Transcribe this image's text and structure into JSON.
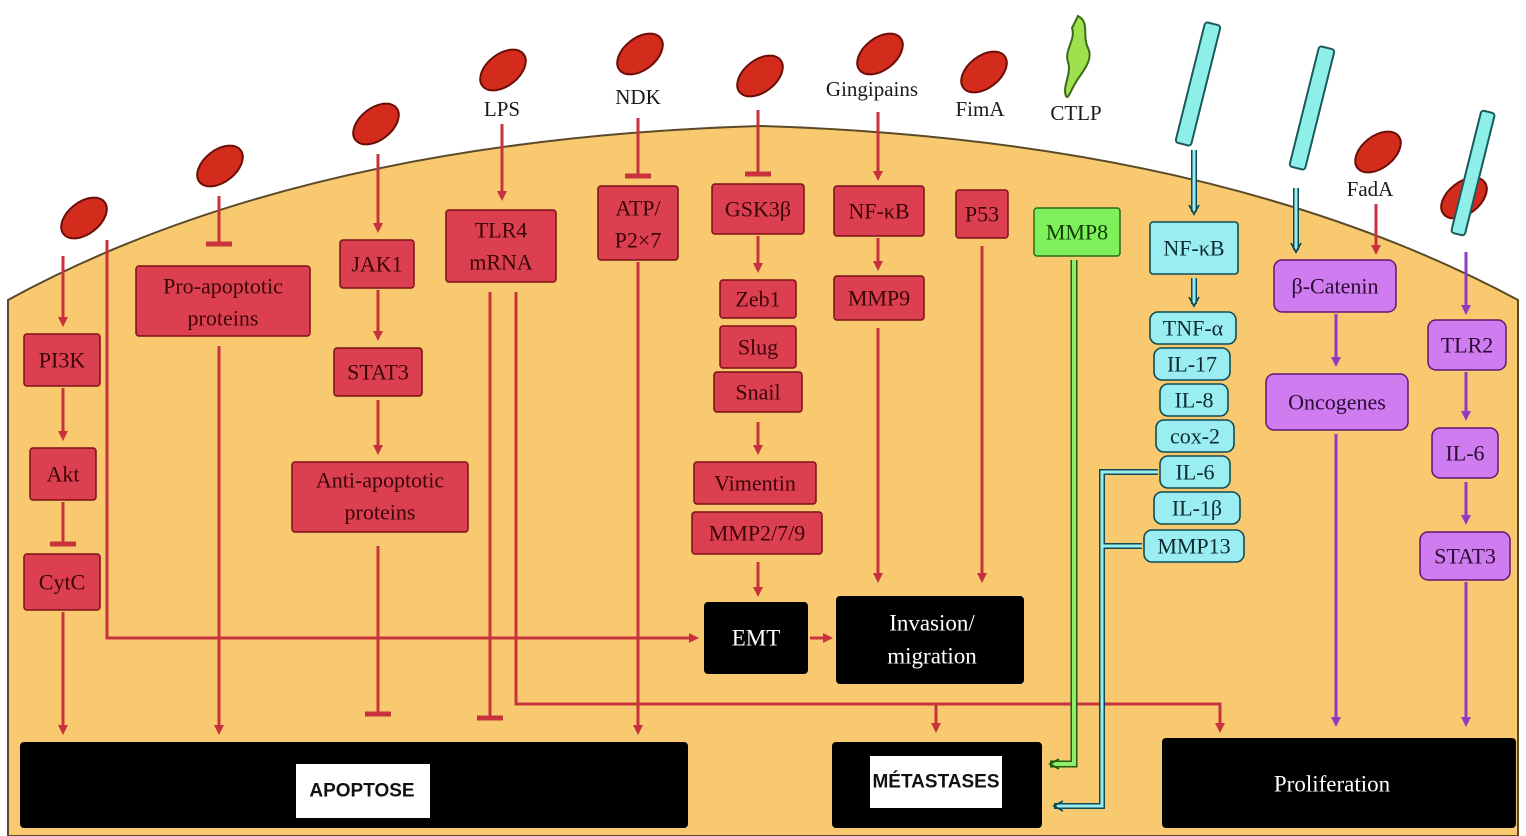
{
  "labels": {
    "lps": "LPS",
    "ndk": "NDK",
    "gingipains": "Gingipains",
    "fima": "FimA",
    "ctlp": "CTLP",
    "fada": "FadA"
  },
  "nodes": {
    "pi3k": "PI3K",
    "akt": "Akt",
    "cytc": "CytC",
    "pro_apoptotic_1": "Pro-apoptotic",
    "pro_apoptotic_2": "proteins",
    "jak1": "JAK1",
    "stat3_red": "STAT3",
    "anti_apoptotic_1": "Anti-apoptotic",
    "anti_apoptotic_2": "proteins",
    "tlr4_1": "TLR4",
    "tlr4_2": "mRNA",
    "atp_1": "ATP/",
    "atp_2": "P2×7",
    "gsk3b": "GSK3β",
    "zeb1": "Zeb1",
    "slug": "Slug",
    "snail": "Snail",
    "vimentin": "Vimentin",
    "mmp279": "MMP2/7/9",
    "nfkb_red": "NF-κB",
    "mmp9": "MMP9",
    "p53": "P53",
    "mmp8": "MMP8",
    "nfkb_cyan": "NF-κB",
    "tnfa": "TNF-α",
    "il17": "IL-17",
    "il8": "IL-8",
    "cox2": "cox-2",
    "il6_cyan": "IL-6",
    "il1b": "IL-1β",
    "mmp13": "MMP13",
    "bcatenin": "β-Catenin",
    "oncogenes": "Oncogenes",
    "tlr2": "TLR2",
    "il6_purple": "IL-6",
    "stat3_purple": "STAT3"
  },
  "outcomes": {
    "emt": "EMT",
    "invasion_1": "Invasion/",
    "invasion_2": "migration",
    "apoptose": "APOPTOSE",
    "metastases": "MÉTASTASES",
    "proliferation": "Proliferation"
  },
  "colors": {
    "cell": "#f8c96e",
    "red_box": "#dc4050",
    "red_arrow": "#c8323e",
    "bacteria": "#d42c1c",
    "green_box": "#7ef05a",
    "cyan_box": "#9aeef2",
    "purple_box": "#cf7cf0",
    "purple_arrow": "#8e3cc6",
    "outcome": "#000000"
  }
}
